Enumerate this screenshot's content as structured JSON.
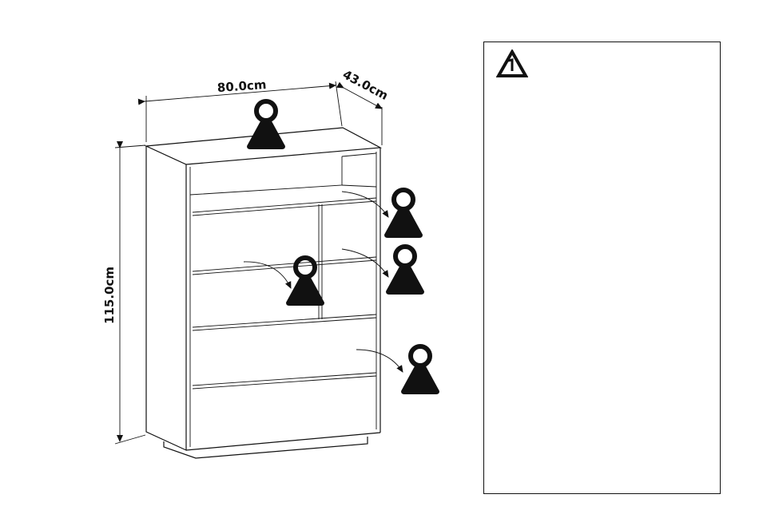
{
  "dimensions": {
    "width": "80.0cm",
    "depth": "43.0cm",
    "height": "115.0cm"
  },
  "icons": {
    "top_weight": "weight-limit-icon",
    "drawer_weights": [
      "weight-limit-icon",
      "weight-limit-icon",
      "weight-limit-icon",
      "weight-limit-icon"
    ],
    "warning": "warning-triangle-icon"
  },
  "colors": {
    "line": "#111111",
    "background": "#ffffff"
  }
}
